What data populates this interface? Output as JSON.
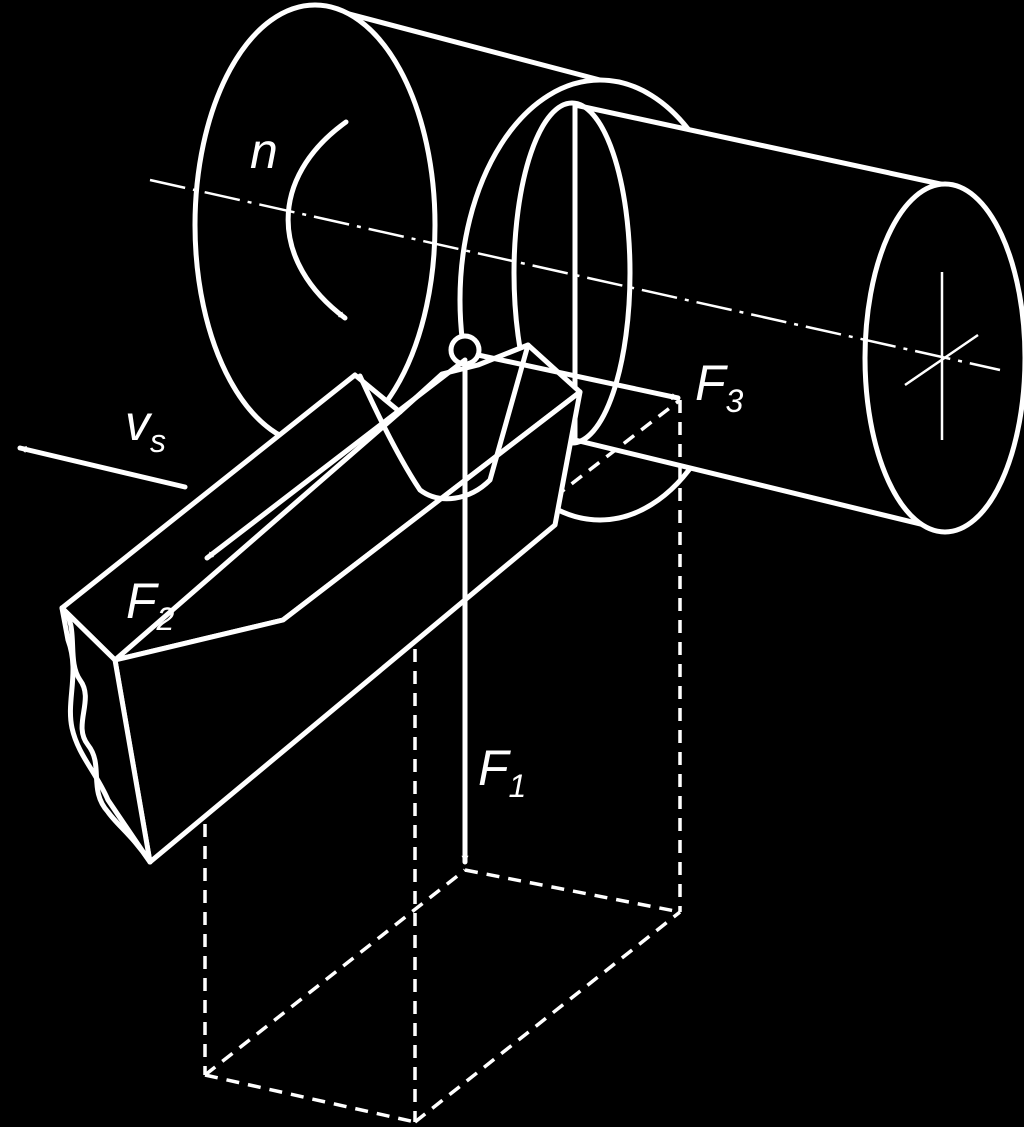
{
  "labels": {
    "rotation": "n",
    "feed": {
      "main": "v",
      "sub": "s"
    },
    "force1": {
      "main": "F",
      "sub": "1"
    },
    "force2": {
      "main": "F",
      "sub": "2"
    },
    "force3": {
      "main": "F",
      "sub": "3"
    }
  },
  "colors": {
    "background": "#000000",
    "lines": "#ffffff"
  }
}
